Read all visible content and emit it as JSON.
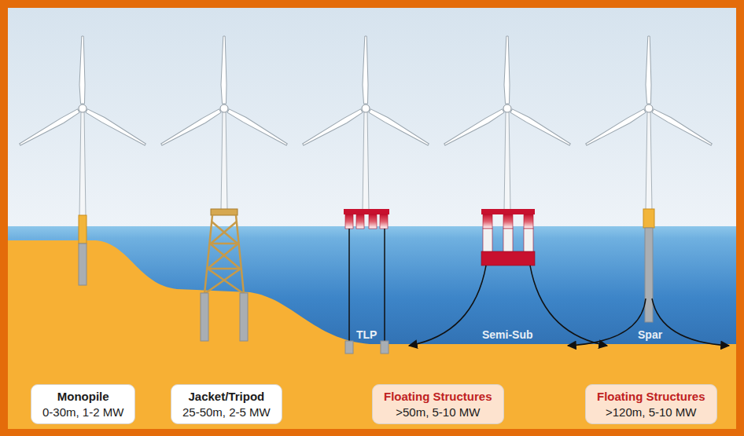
{
  "diagram": {
    "nodes": [
      {
        "text": [
          "Monopile",
          "0-30m, 1-2 MW"
        ]
      },
      {
        "text": [
          "Jacket/Tripod",
          "25-50m, 2-5 MW"
        ]
      },
      {
        "text": [
          "Floating Structures",
          ">50m, 5-10 MW"
        ]
      },
      {
        "text": [
          "Floating Structures",
          ">120m, 5-10 MW"
        ]
      }
    ],
    "edges": [],
    "labels": [
      "TLP",
      "Semi-Sub",
      "Spar"
    ]
  }
}
